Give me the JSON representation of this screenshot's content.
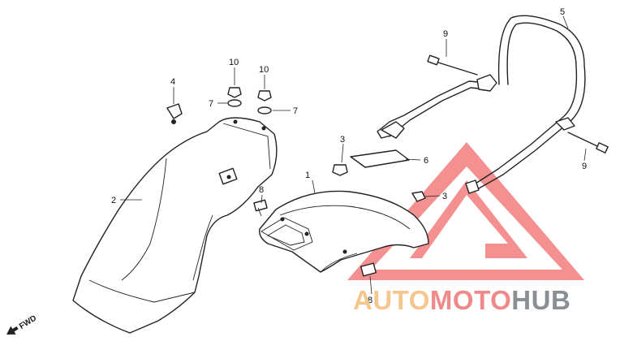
{
  "diagram": {
    "callouts": [
      {
        "id": "c1",
        "label": "1"
      },
      {
        "id": "c2",
        "label": "2"
      },
      {
        "id": "c3a",
        "label": "3"
      },
      {
        "id": "c3b",
        "label": "3"
      },
      {
        "id": "c4",
        "label": "4"
      },
      {
        "id": "c5",
        "label": "5"
      },
      {
        "id": "c6",
        "label": "6"
      },
      {
        "id": "c7a",
        "label": "7"
      },
      {
        "id": "c7b",
        "label": "7"
      },
      {
        "id": "c8a",
        "label": "8"
      },
      {
        "id": "c8b",
        "label": "8"
      },
      {
        "id": "c9a",
        "label": "9"
      },
      {
        "id": "c9b",
        "label": "9"
      },
      {
        "id": "c10a",
        "label": "10"
      },
      {
        "id": "c10b",
        "label": "10"
      }
    ],
    "direction_label": "FWD",
    "direction_icon": "arrow-left-down-icon"
  },
  "watermark": {
    "part1": "AUTO",
    "part2": "MOTO",
    "part3": "HUB",
    "color_part1": "#f5c78f",
    "color_part2": "#f08a8a",
    "color_part3": "#8a8f96",
    "triangle_color": "#f26b6b"
  }
}
